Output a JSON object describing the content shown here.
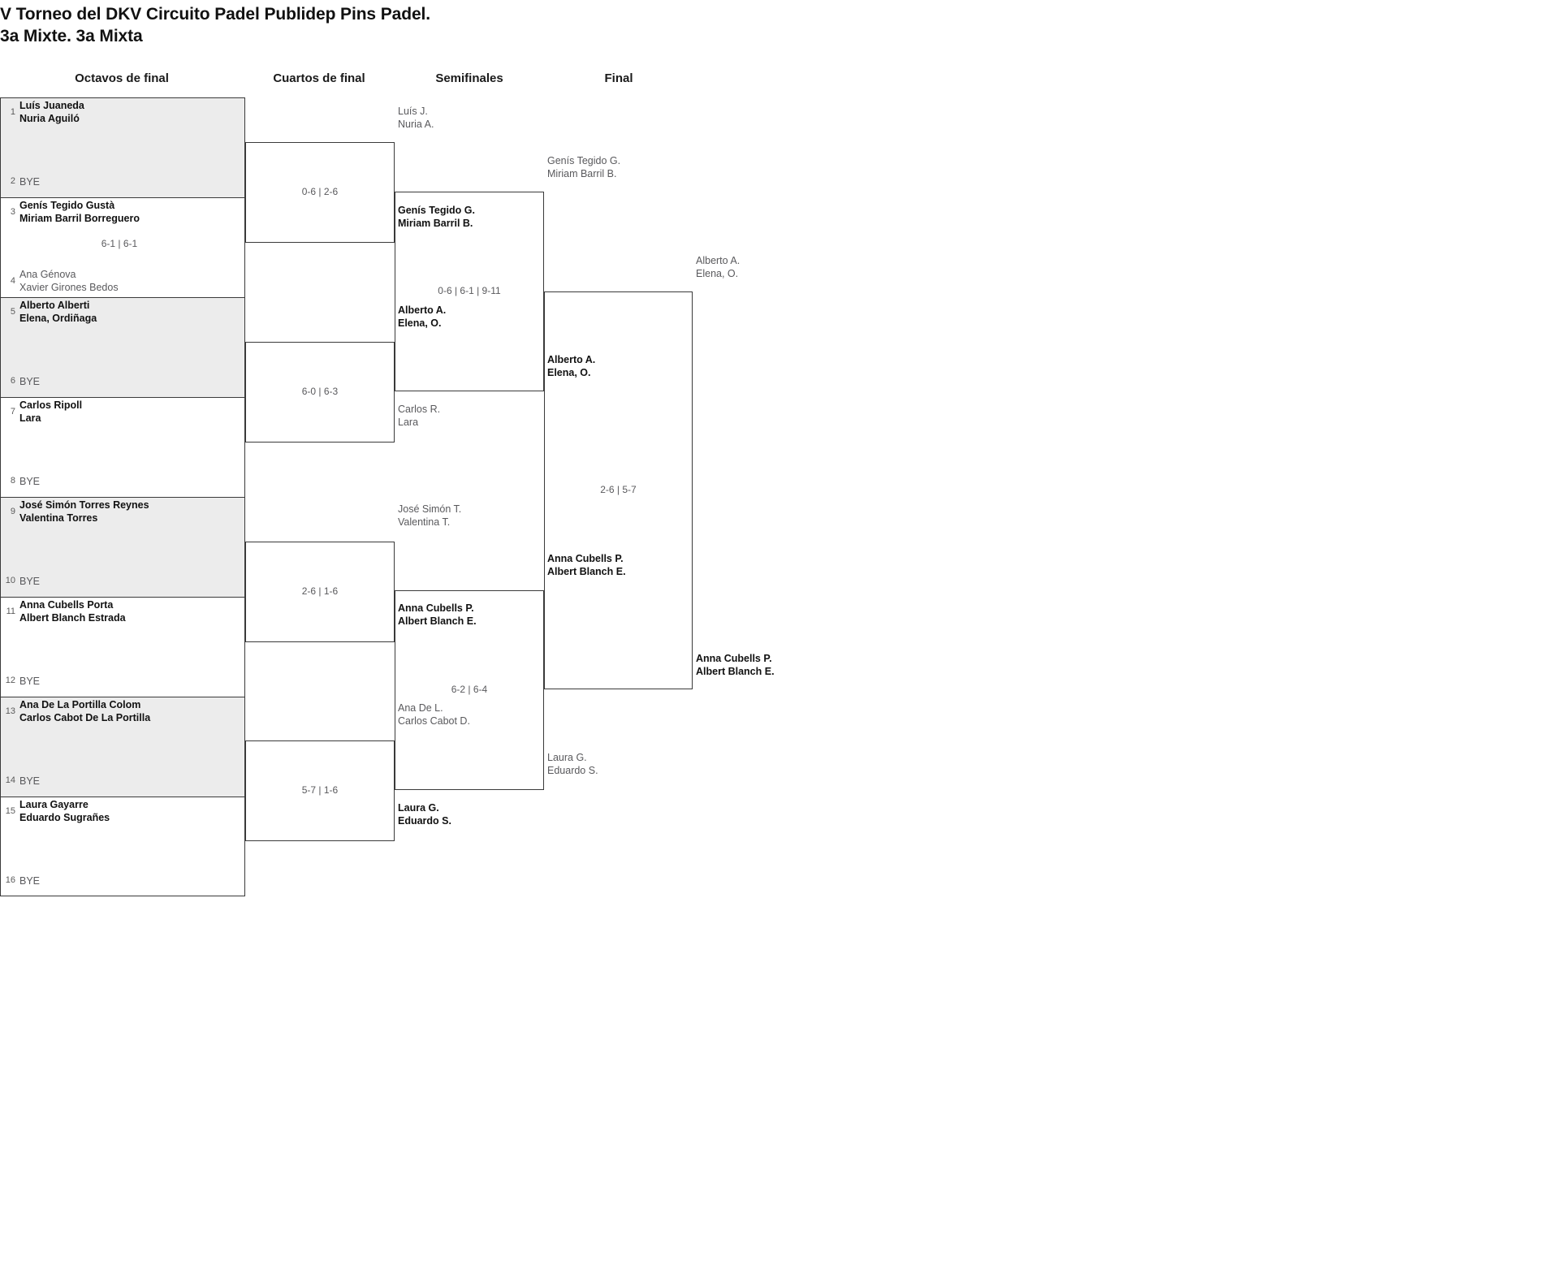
{
  "title": {
    "line1": "V Torneo del DKV Circuito Padel Publidep Pins Padel.",
    "line2": "3a Mixte. 3a Mixta"
  },
  "rounds": [
    {
      "label": "Octavos de final"
    },
    {
      "label": "Cuartos de final"
    },
    {
      "label": "Semifinales"
    },
    {
      "label": "Final"
    }
  ],
  "bracket": {
    "round1": [
      {
        "shade": true,
        "seed_top": "1",
        "top_l1": "Luís Juaneda",
        "top_l2": "Nuria Aguiló",
        "top_state": "win",
        "seed_bot": "2",
        "bot_l1": "BYE",
        "bot_l2": "",
        "bot_state": "bye",
        "score": ""
      },
      {
        "shade": false,
        "seed_top": "3",
        "top_l1": "Genís Tegido Gustà",
        "top_l2": "Miriam Barril Borreguero",
        "top_state": "win",
        "seed_bot": "4",
        "bot_l1": "Ana Génova",
        "bot_l2": "Xavier Girones Bedos",
        "bot_state": "lose",
        "score": "6-1 | 6-1"
      },
      {
        "shade": true,
        "seed_top": "5",
        "top_l1": "Alberto Alberti",
        "top_l2": "Elena, Ordiñaga",
        "top_state": "win",
        "seed_bot": "6",
        "bot_l1": "BYE",
        "bot_l2": "",
        "bot_state": "bye",
        "score": ""
      },
      {
        "shade": false,
        "seed_top": "7",
        "top_l1": "Carlos Ripoll",
        "top_l2": "Lara",
        "top_state": "win",
        "seed_bot": "8",
        "bot_l1": "BYE",
        "bot_l2": "",
        "bot_state": "bye",
        "score": ""
      },
      {
        "shade": true,
        "seed_top": "9",
        "top_l1": "José Simón Torres Reynes",
        "top_l2": "Valentina Torres",
        "top_state": "win",
        "seed_bot": "10",
        "bot_l1": "BYE",
        "bot_l2": "",
        "bot_state": "bye",
        "score": ""
      },
      {
        "shade": false,
        "seed_top": "11",
        "top_l1": "Anna Cubells Porta",
        "top_l2": "Albert Blanch Estrada",
        "top_state": "win",
        "seed_bot": "12",
        "bot_l1": "BYE",
        "bot_l2": "",
        "bot_state": "bye",
        "score": ""
      },
      {
        "shade": true,
        "seed_top": "13",
        "top_l1": "Ana De La Portilla Colom",
        "top_l2": "Carlos Cabot De La Portilla",
        "top_state": "win",
        "seed_bot": "14",
        "bot_l1": "BYE",
        "bot_l2": "",
        "bot_state": "bye",
        "score": ""
      },
      {
        "shade": false,
        "seed_top": "15",
        "top_l1": "Laura Gayarre",
        "top_l2": "Eduardo Sugrañes",
        "top_state": "win",
        "seed_bot": "16",
        "bot_l1": "BYE",
        "bot_l2": "",
        "bot_state": "bye",
        "score": ""
      }
    ],
    "round2": [
      {
        "top_l1": "Luís J.",
        "top_l2": "Nuria A.",
        "top_state": "lose",
        "bot_l1": "Genís Tegido G.",
        "bot_l2": "Miriam Barril B.",
        "bot_state": "win",
        "score": "0-6 | 2-6"
      },
      {
        "top_l1": "Alberto A.",
        "top_l2": "Elena, O.",
        "top_state": "win",
        "bot_l1": "Carlos R.",
        "bot_l2": "Lara",
        "bot_state": "lose",
        "score": "6-0 | 6-3"
      },
      {
        "top_l1": "José Simón T.",
        "top_l2": "Valentina T.",
        "top_state": "lose",
        "bot_l1": "Anna Cubells P.",
        "bot_l2": "Albert Blanch E.",
        "bot_state": "win",
        "score": "2-6 | 1-6"
      },
      {
        "top_l1": "Ana De L.",
        "top_l2": "Carlos Cabot D.",
        "top_state": "lose",
        "bot_l1": "Laura G.",
        "bot_l2": "Eduardo S.",
        "bot_state": "win",
        "score": "5-7 | 1-6"
      }
    ],
    "round3": [
      {
        "top_l1": "Genís Tegido G.",
        "top_l2": "Miriam Barril B.",
        "top_state": "lose",
        "bot_l1": "Alberto A.",
        "bot_l2": "Elena, O.",
        "bot_state": "win",
        "score": "0-6 | 6-1 | 9-11"
      },
      {
        "top_l1": "Anna Cubells P.",
        "top_l2": "Albert Blanch E.",
        "top_state": "win",
        "bot_l1": "Laura G.",
        "bot_l2": "Eduardo S.",
        "bot_state": "lose",
        "score": "6-2 | 6-4"
      }
    ],
    "round4": [
      {
        "top_l1": "Alberto A.",
        "top_l2": "Elena, O.",
        "top_state": "lose",
        "bot_l1": "Anna Cubells P.",
        "bot_l2": "Albert Blanch E.",
        "bot_state": "win",
        "score": "2-6 | 5-7"
      }
    ]
  }
}
